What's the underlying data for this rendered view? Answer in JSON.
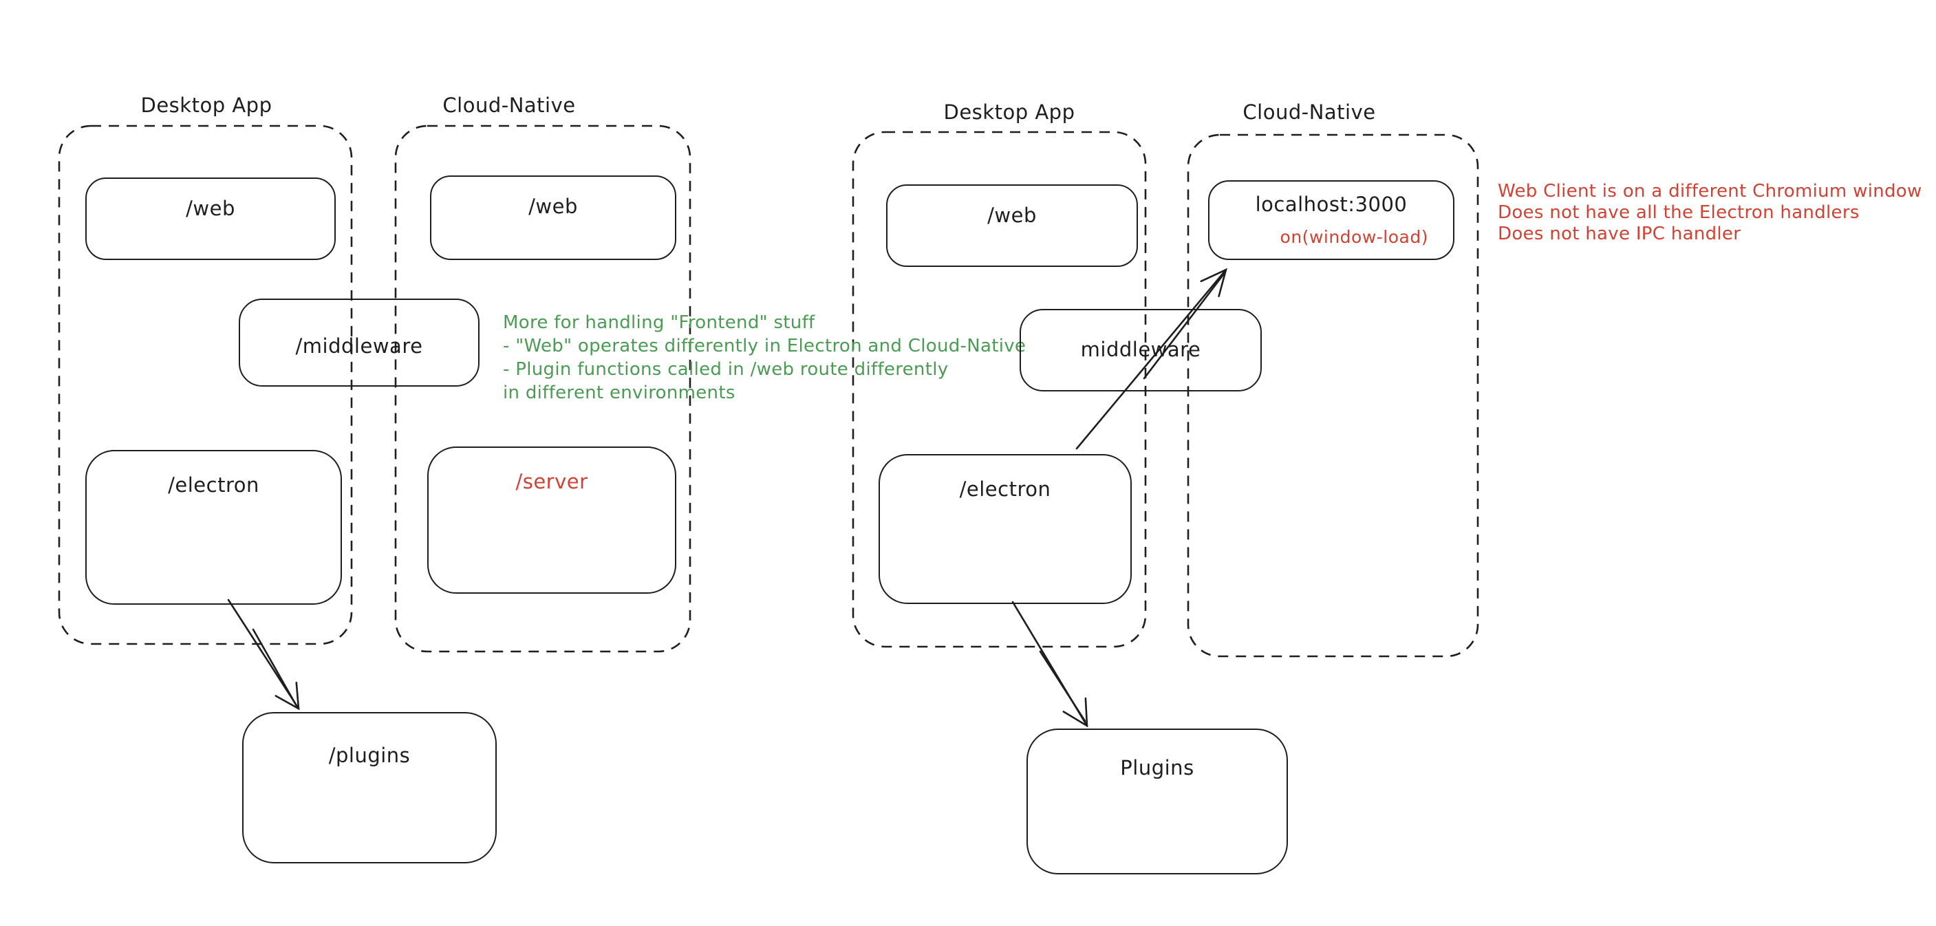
{
  "colors": {
    "ink": "#1e1e1e",
    "green_note": "#4b9b55",
    "red_note": "#cf4335",
    "background": "#ffffff"
  },
  "left_diagram": {
    "desktop_label": "Desktop App",
    "cloud_label": "Cloud-Native",
    "boxes": {
      "web_desktop": "/web",
      "web_cloud": "/web",
      "middleware": "/middleware",
      "electron": "/electron",
      "server": "/server",
      "plugins": "/plugins"
    },
    "green_note": {
      "lines": [
        "More for handling \"Frontend\" stuff",
        "- \"Web\" operates differently in Electron and Cloud-Native",
        "- Plugin functions called in /web route differently",
        "in different environments"
      ]
    }
  },
  "right_diagram": {
    "desktop_label": "Desktop App",
    "cloud_label": "Cloud-Native",
    "boxes": {
      "web_desktop": "/web",
      "localhost": "localhost:3000",
      "localhost_event": "on(window-load)",
      "middleware": "middleware",
      "electron": "/electron",
      "plugins": "Plugins"
    },
    "red_note": {
      "lines": [
        "Web Client is on a different Chromium window",
        "Does not have all the Electron handlers",
        "Does not have IPC handler"
      ]
    }
  }
}
